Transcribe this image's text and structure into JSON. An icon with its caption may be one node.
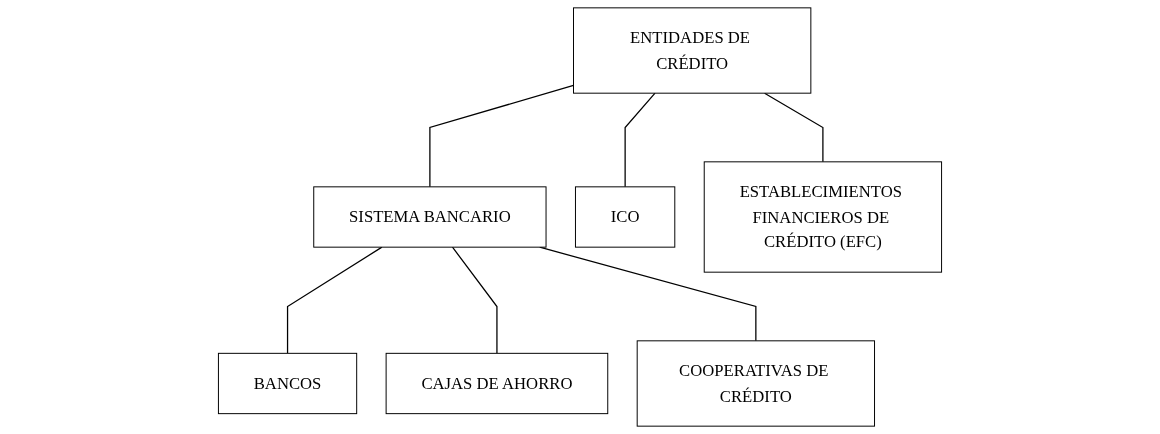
{
  "diagram": {
    "nodes": [
      {
        "text": [
          "ENTIDADES DE CRÉDITO"
        ]
      },
      {
        "text": [
          "SISTEMA BANCARIO"
        ]
      },
      {
        "text": [
          "ICO"
        ]
      },
      {
        "text": [
          "ESTABLECIMIENTOS FINANCIEROS DE CRÉDITO (EFC)"
        ]
      },
      {
        "text": [
          "BANCOS"
        ]
      },
      {
        "text": [
          "CAJAS DE AHORRO"
        ]
      },
      {
        "text": [
          "COOPERATIVAS DE CRÉDITO"
        ]
      }
    ],
    "edges": [
      {
        "from": 0,
        "to": 1,
        "arrow": "none"
      },
      {
        "from": 0,
        "to": 2,
        "arrow": "none"
      },
      {
        "from": 0,
        "to": 3,
        "arrow": "none"
      },
      {
        "from": 1,
        "to": 4,
        "arrow": "none"
      },
      {
        "from": 1,
        "to": 5,
        "arrow": "none"
      },
      {
        "from": 1,
        "to": 6,
        "arrow": "none"
      }
    ]
  }
}
